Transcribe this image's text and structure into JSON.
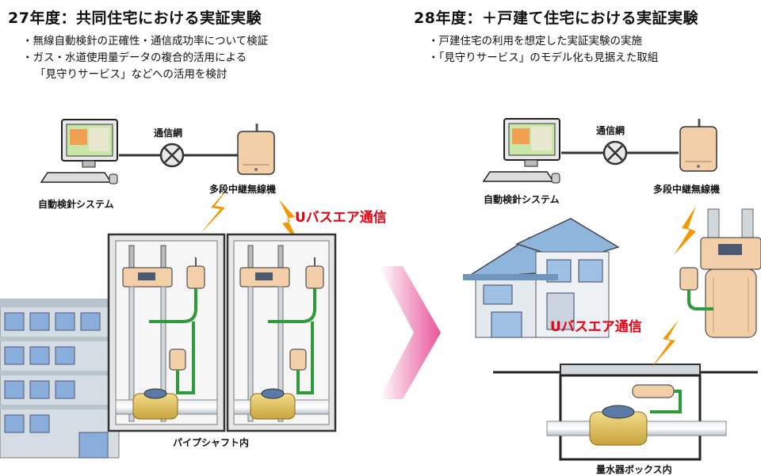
{
  "left": {
    "title": "27年度：共同住宅における実証実験",
    "bullets": [
      "・無線自動検針の正確性・通信成功率について検証",
      "・ガス・水道使用量データの複合的活用による",
      "「見守りサービス」などへの活用を検討"
    ],
    "network_label": "通信網",
    "system_label": "自動検針システム",
    "relay_label": "多段中継無線機",
    "ubus_label": "Uバスエア通信",
    "shaft_label": "パイプシャフト内"
  },
  "right": {
    "title": "28年度：＋戸建て住宅における実証実験",
    "bullets": [
      "・戸建住宅の利用を想定した実証実験の実施",
      "・「見守りサービス」のモデル化も見据えた取組"
    ],
    "network_label": "通信網",
    "system_label": "自動検針システム",
    "relay_label": "多段中継無線機",
    "ubus_label": "Uバスエア通信",
    "box_label": "量水器ボックス内"
  },
  "colors": {
    "accent_red": "#e60012",
    "arrow_pink": "#e8559a",
    "cable_green": "#2e9a3a",
    "lightning_orange": "#f39800"
  }
}
